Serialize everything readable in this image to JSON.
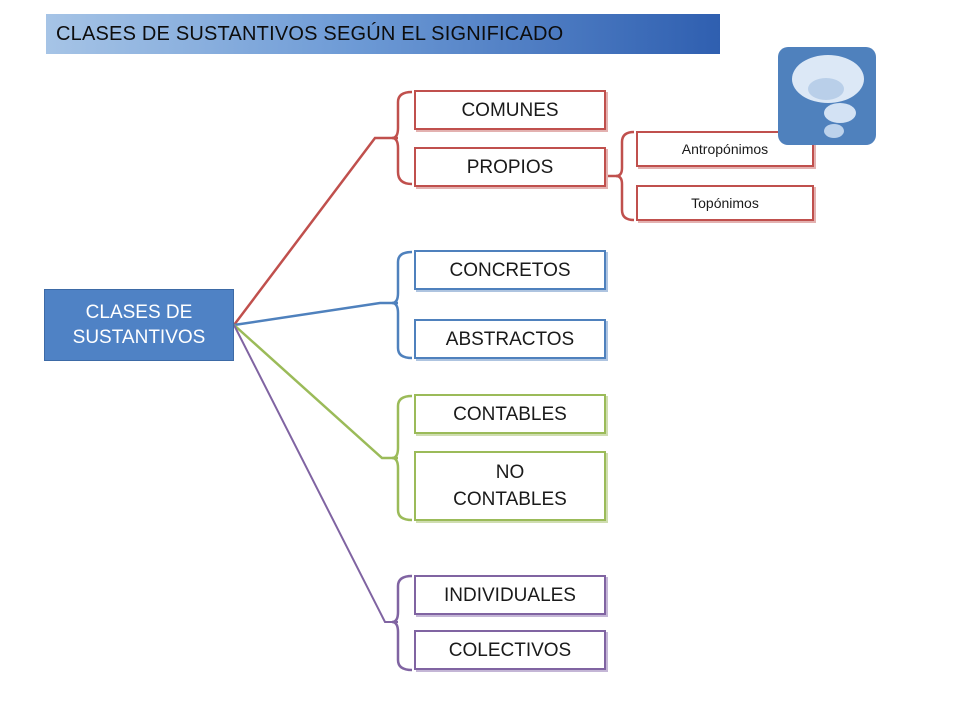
{
  "title": "CLASES DE SUSTANTIVOS SEGÚN EL SIGNIFICADO",
  "root": "CLASES DE SUSTANTIVOS",
  "groups": {
    "comunes_propios": {
      "color": "#c0504d",
      "items": [
        "COMUNES",
        "PROPIOS"
      ],
      "subitems": [
        "Antropónimos",
        "Topónimos"
      ]
    },
    "concretos_abstractos": {
      "color": "#4f81bd",
      "items": [
        "CONCRETOS",
        "ABSTRACTOS"
      ]
    },
    "contables": {
      "color": "#9bbb59",
      "items": [
        "CONTABLES",
        "NO CONTABLES"
      ]
    },
    "individuales_colectivos": {
      "color": "#8064a2",
      "items": [
        "INDIVIDUALES",
        "COLECTIVOS"
      ]
    }
  },
  "icon": "thought-bubble-icon",
  "colors": {
    "title_gradient_end": "#2f5fb0",
    "root_fill": "#4f82c5",
    "icon_fill": "#4f81bd"
  }
}
